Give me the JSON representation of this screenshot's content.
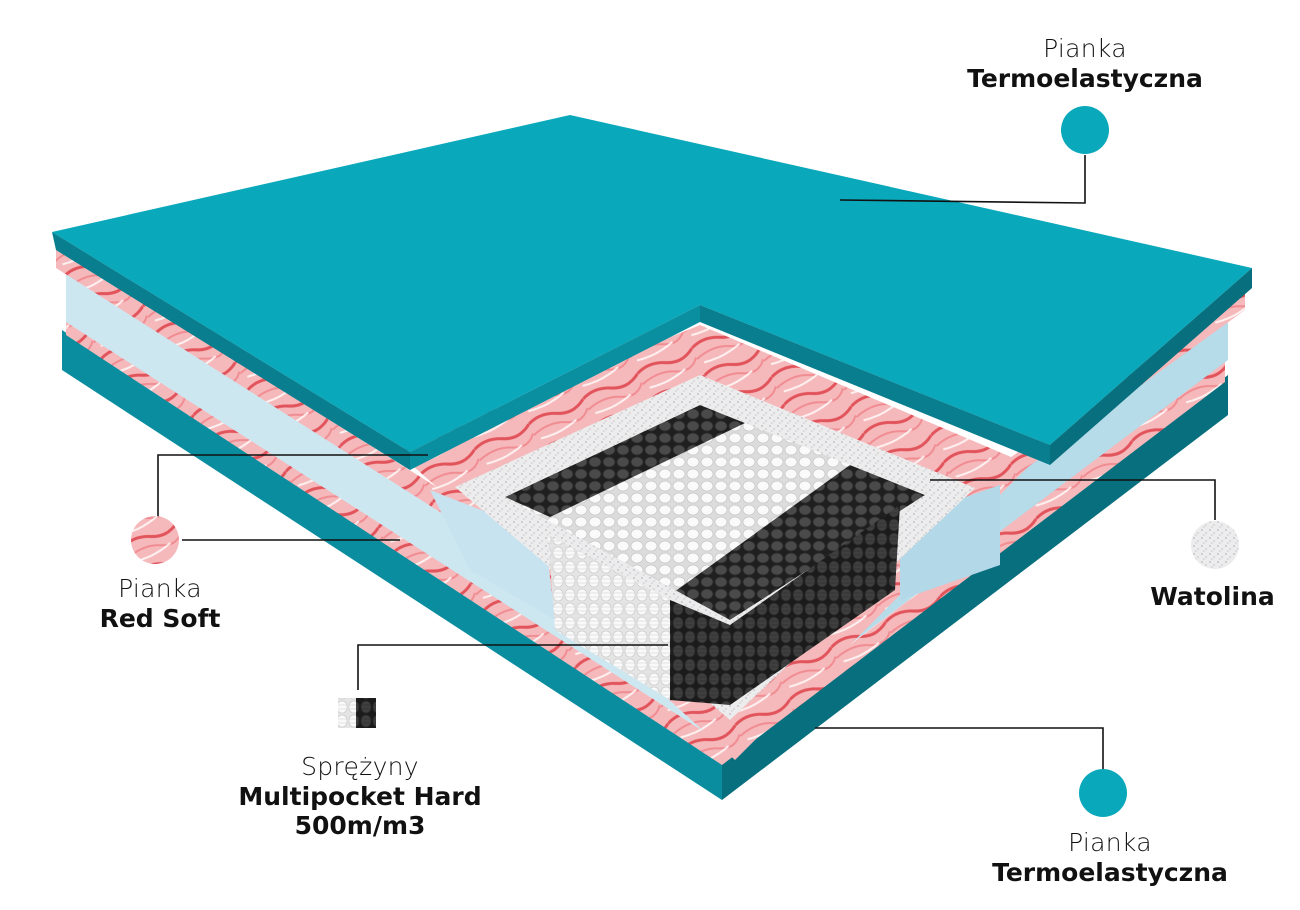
{
  "labels": {
    "top_foam": {
      "line1": "Pianka",
      "line2": "Termoelastyczna"
    },
    "red_soft": {
      "line1": "Pianka",
      "line2": "Red Soft"
    },
    "watolina": {
      "line2": "Watolina"
    },
    "springs": {
      "line1": "Sprężyny",
      "line2": "Multipocket Hard",
      "line3": "500m/m3"
    },
    "bottom_foam": {
      "line1": "Pianka",
      "line2": "Termoelastyczna"
    }
  },
  "colors": {
    "teal": "#0aa3b7",
    "teal_dark": "#087d8e",
    "red_foam": "#f2a7a9",
    "light_blue_foam": "#cfe9f2",
    "wadding": "#ebebeb",
    "spring_white": "#f7f7f7",
    "spring_black": "#3a3a3a"
  }
}
